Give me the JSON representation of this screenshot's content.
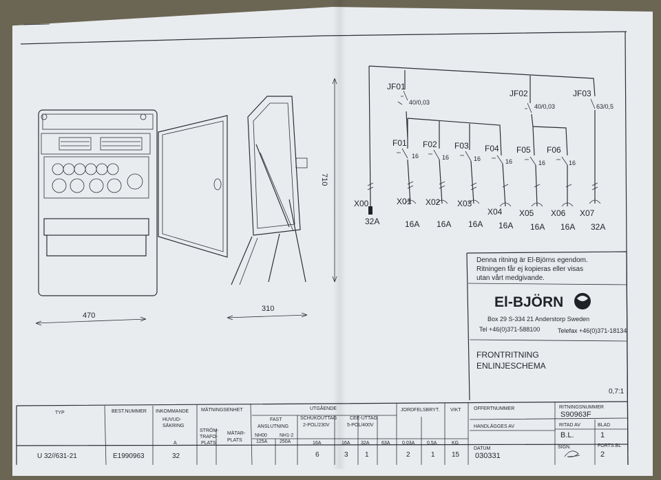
{
  "dimensions": {
    "width": "470",
    "depth": "310",
    "height": "710"
  },
  "schematic": {
    "jf": [
      {
        "id": "JF01",
        "rating": "40/0,03"
      },
      {
        "id": "JF02",
        "rating": "40/0,03"
      },
      {
        "id": "JF03",
        "rating": "63/0,5"
      }
    ],
    "breakers": [
      {
        "id": "F01",
        "rating": "16"
      },
      {
        "id": "F02",
        "rating": "16"
      },
      {
        "id": "F03",
        "rating": "16"
      },
      {
        "id": "F04",
        "rating": "16"
      },
      {
        "id": "F05",
        "rating": "16"
      },
      {
        "id": "F06",
        "rating": "16"
      }
    ],
    "outputs": [
      {
        "id": "X00",
        "rating": "32A"
      },
      {
        "id": "X01",
        "rating": "16A"
      },
      {
        "id": "X02",
        "rating": "16A"
      },
      {
        "id": "X03",
        "rating": "16A"
      },
      {
        "id": "X04",
        "rating": "16A"
      },
      {
        "id": "X05",
        "rating": "16A"
      },
      {
        "id": "X06",
        "rating": "16A"
      },
      {
        "id": "X07",
        "rating": "32A"
      }
    ]
  },
  "notice": [
    "Denna ritning är El-Björns egendom.",
    "Ritningen får ej kopieras eller visas",
    "utan vårt medgivande."
  ],
  "company": {
    "logo": "El-BJÖRN",
    "address": "Box 29   S-334 21  Anderstorp   Sweden",
    "tel": "Tel  +46(0)371-588100",
    "fax": "Telefax  +46(0)371-18134"
  },
  "drawing": {
    "title_1": "FRONTRITNING",
    "title_2": "ENLINJESCHEMA",
    "scale": "0,7:1"
  },
  "table": {
    "typ_h": "TYP",
    "best_h": "BEST.NUMMER",
    "ink_h": "INKOMMANDE",
    "huvud_h_1": "HUVUD-",
    "huvud_h_2": "SÄKRING",
    "huvud_unit": "A",
    "mat_h": "MÄTNINGSENHET",
    "strom_1": "STRÖM-",
    "strom_2": "TRAFO-",
    "strom_3": "PLATS",
    "matar_1": "MÄTAR-",
    "matar_2": "PLATS",
    "utg_h": "UTGÅENDE",
    "fast_1": "FAST",
    "fast_2": "ANSLUTNING",
    "nhoo_1": "NH00",
    "nhoo_2": "125A",
    "nh12_1": "NH1-2",
    "nh12_2": "250A",
    "schuko_1": "SCHUKOUTTAG",
    "schuko_2": "2-POL/230V",
    "s16": "16A",
    "cee_1": "CEE-UTTAG",
    "cee_2": "5-POL/400V",
    "c16": "16A",
    "c32": "32A",
    "c63": "63A",
    "jord_h": "JORDFELSBRYT.",
    "j003": "0,03A",
    "j05": "0,5A",
    "vikt_h": "VIKT",
    "vikt_u": "KG",
    "offert_h": "OFFERTNUMMER",
    "handl_h": "HANDLÄGGES AV",
    "datum_h": "DATUM",
    "datum_v": "030331",
    "ritnr_h": "RITNINGSNUMMER",
    "ritnr_v": "S90963F",
    "ritad_h": "RITAD AV",
    "ritad_v": "B.L.",
    "blad_h": "BLAD",
    "blad_v": "1",
    "sign_h": "SIGN.",
    "forts_h": "FORTS.BL",
    "forts_v": "2",
    "typ_v": "U 32//631-21",
    "best_v": "E1990963",
    "huvud_v": "32",
    "schuko_v": "6",
    "cee16_v": "3",
    "cee32_v": "1",
    "j003_v": "2",
    "j05_v": "1",
    "vikt_v": "15"
  }
}
